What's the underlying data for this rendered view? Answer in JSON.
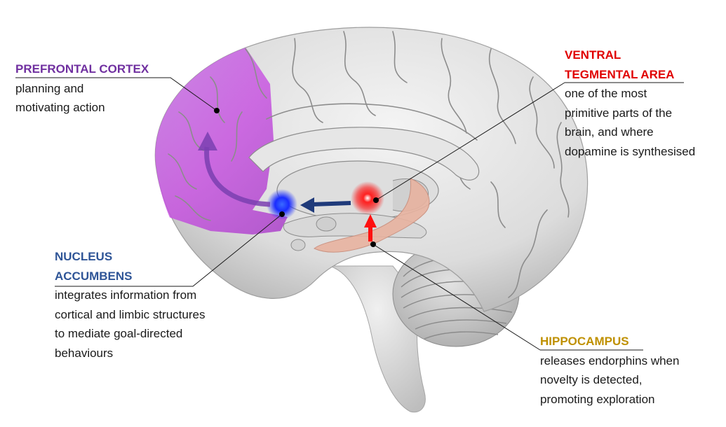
{
  "colors": {
    "prefrontal": "#7030a0",
    "vta": "#e00000",
    "nucleus": "#2f5597",
    "hippocampus": "#bf9000"
  },
  "labels": {
    "prefrontal": {
      "title": "PREFRONTAL CORTEX",
      "desc": "planning and\nmotivating action"
    },
    "vta": {
      "title": "VENTRAL\nTEGMENTAL AREA",
      "desc": "one of the most\nprimitive parts of the\nbrain, and where\ndopamine is synthesised"
    },
    "nucleus": {
      "title": "NUCLEUS\nACCUMBENS",
      "desc": "integrates information from\ncortical and limbic structures\nto mediate goal-directed\nbehaviours"
    },
    "hippocampus": {
      "title": "HIPPOCAMPUS",
      "desc": "releases endorphins when\nnovelty is detected,\npromoting exploration"
    }
  }
}
